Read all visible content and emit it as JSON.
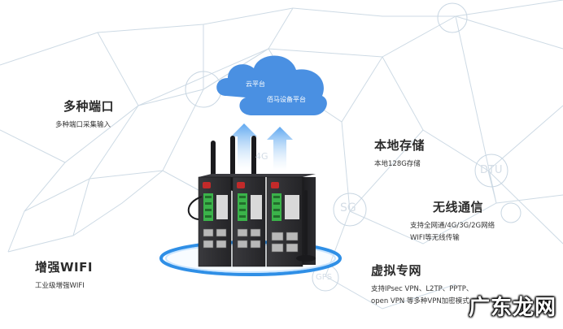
{
  "cloud": {
    "line1": "云平台",
    "line2": "佰马设备平台"
  },
  "features": {
    "ports": {
      "title": "多种端口",
      "desc": [
        "多种端口采集输入"
      ]
    },
    "wifi": {
      "title": "增强WIFI",
      "desc": [
        "工业级增强WIFI"
      ]
    },
    "storage": {
      "title": "本地存储",
      "desc": [
        "本地128G存储"
      ]
    },
    "wireless": {
      "title": "无线通信",
      "desc": [
        "支持全网通/4G/3G/2G网络",
        "WIFI等无线传输"
      ]
    },
    "vpn": {
      "title": "虚拟专网",
      "desc": [
        "支持IPsec VPN、L2TP、PPTP、",
        "open VPN 等多种VPN加密模式"
      ]
    }
  },
  "network_labels": {
    "sg": "SG",
    "dtu": "DTU",
    "gps": "GPS",
    "g4": "4G"
  },
  "watermark": "广东龙网",
  "colors": {
    "cloud": "#4a90e2",
    "arrow": "#5fa8f0",
    "ring": "#2f8fe6",
    "device": "#2e2e32",
    "terminal": "#3bb34a",
    "network": "#c8d6e2"
  }
}
